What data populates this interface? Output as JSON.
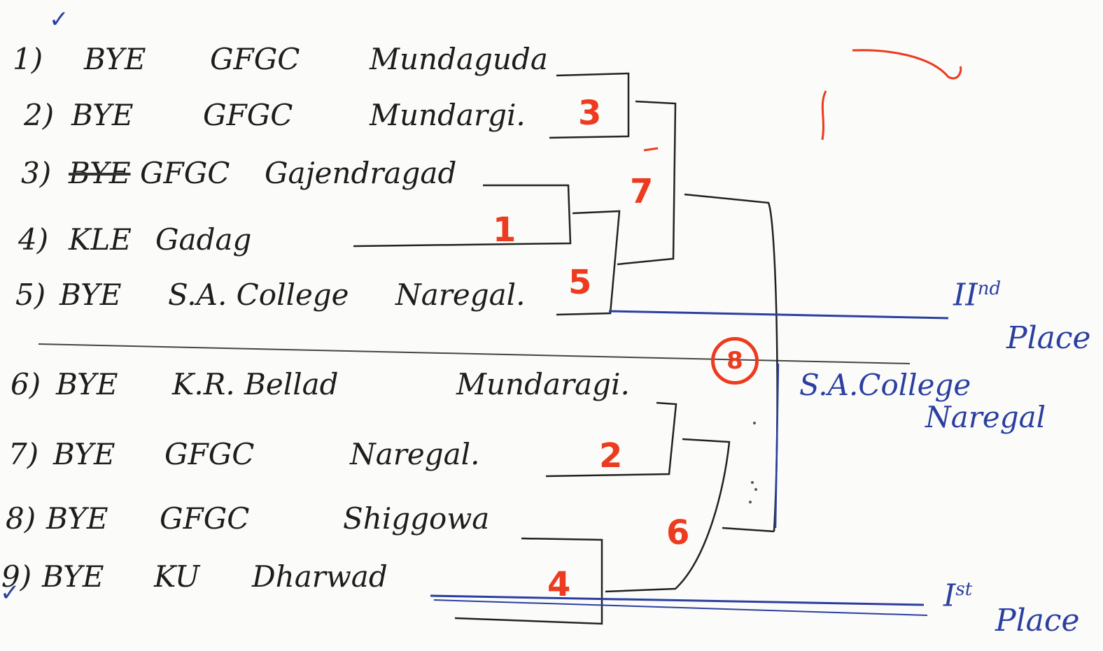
{
  "entries": [
    {
      "num": "1)",
      "bye": "BYE",
      "bye_struck": false,
      "inst": "GFGC",
      "town": "Mundaguda"
    },
    {
      "num": "2)",
      "bye": "BYE",
      "bye_struck": false,
      "inst": "GFGC",
      "town": "Mundargi."
    },
    {
      "num": "3)",
      "bye": "BYE",
      "bye_struck": true,
      "inst": "GFGC",
      "town": "Gajendragad"
    },
    {
      "num": "4)",
      "bye": "",
      "bye_struck": false,
      "inst": "KLE",
      "town": "Gadag"
    },
    {
      "num": "5)",
      "bye": "BYE",
      "bye_struck": false,
      "inst": "S.A. College",
      "town": "Naregal."
    },
    {
      "num": "6)",
      "bye": "BYE",
      "bye_struck": false,
      "inst": "K.R. Bellad",
      "town": "Mundaragi."
    },
    {
      "num": "7)",
      "bye": "BYE",
      "bye_struck": false,
      "inst": "GFGC",
      "town": "Naregal."
    },
    {
      "num": "8)",
      "bye": "BYE",
      "bye_struck": false,
      "inst": "GFGC",
      "town": "Shiggowa"
    },
    {
      "num": "9)",
      "bye": "BYE",
      "bye_struck": false,
      "inst": "KU",
      "town": "Dharwad"
    }
  ],
  "matches": [
    "3",
    "1",
    "5",
    "7",
    "2",
    "6",
    "4"
  ],
  "final_match": "8",
  "results": {
    "second": {
      "numeral": "II",
      "suffix": "nd",
      "word": "Place"
    },
    "first": {
      "numeral": "I",
      "suffix": "st",
      "word": "Place"
    }
  },
  "winner": {
    "line1": "S.A.College",
    "line2": "Naregal"
  },
  "colors": {
    "ink": "#1d1d1d",
    "red": "#ec3b1f",
    "blue": "#2a3fa0",
    "paper": "#fbfbf9"
  },
  "icons": [
    "check-icon"
  ]
}
